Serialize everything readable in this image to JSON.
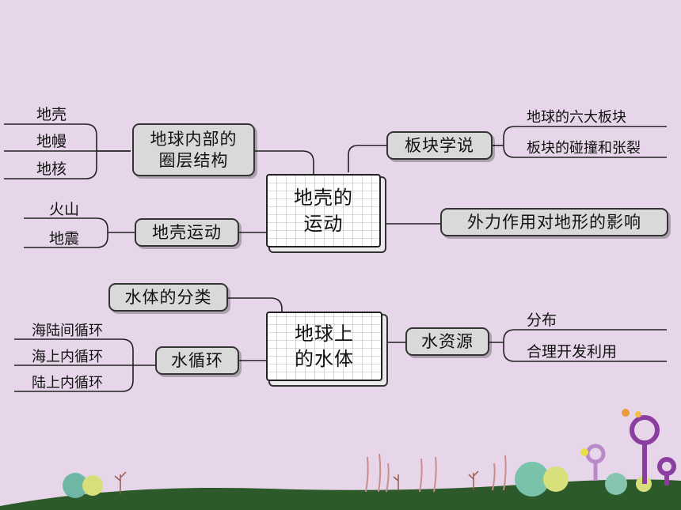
{
  "topic1": {
    "center": [
      "地壳的",
      "运动"
    ],
    "branch_interior": {
      "label": [
        "地球内部的",
        "圈层结构"
      ],
      "leaves": [
        "地壳",
        "地幔",
        "地核"
      ]
    },
    "branch_crust_motion": {
      "label": "地壳运动",
      "leaves": [
        "火山",
        "地震"
      ]
    },
    "branch_plates": {
      "label": "板块学说",
      "leaves": [
        "地球的六大板块",
        "板块的碰撞和张裂"
      ]
    },
    "branch_external": {
      "label": "外力作用对地形的影响"
    }
  },
  "topic2": {
    "center": [
      "地球上",
      "的水体"
    ],
    "branch_classification": {
      "label": "水体的分类"
    },
    "branch_cycle": {
      "label": "水循环",
      "leaves": [
        "海陆间循环",
        "海上内循环",
        "陆上内循环"
      ]
    },
    "branch_resources": {
      "label": "水资源",
      "leaves": [
        "分布",
        "合理开发利用"
      ]
    }
  },
  "colors": {
    "background": "#e7d6ea",
    "node_fill": "#d9d9d9",
    "ground": "#2c5a2a",
    "accent_purple": "#8a3fa0"
  }
}
